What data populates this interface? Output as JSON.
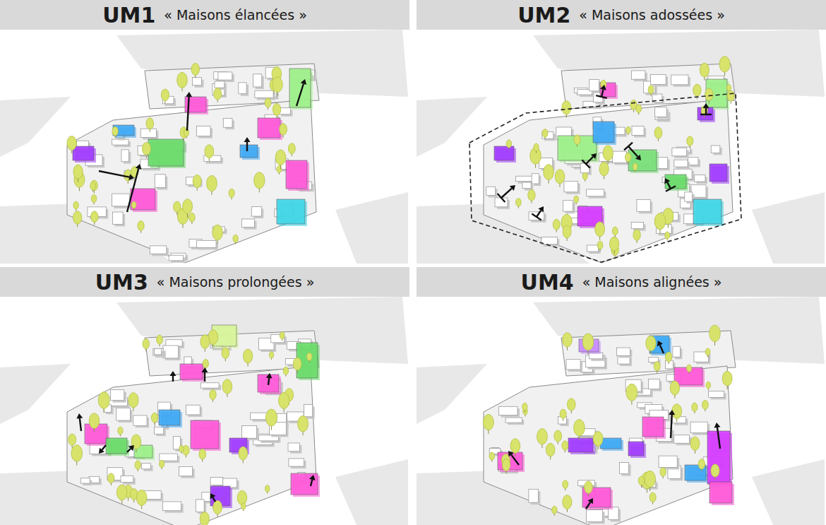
{
  "diagram": {
    "nodes": [
      {
        "text": [
          "UM1",
          "« Maisons élancées »"
        ]
      },
      {
        "text": [
          "UM2",
          "« Maisons adossées »"
        ]
      },
      {
        "text": [
          "UM3",
          "« Maisons prolongées »"
        ]
      },
      {
        "text": [
          "UM4",
          "« Maisons alignées »"
        ]
      }
    ]
  }
}
